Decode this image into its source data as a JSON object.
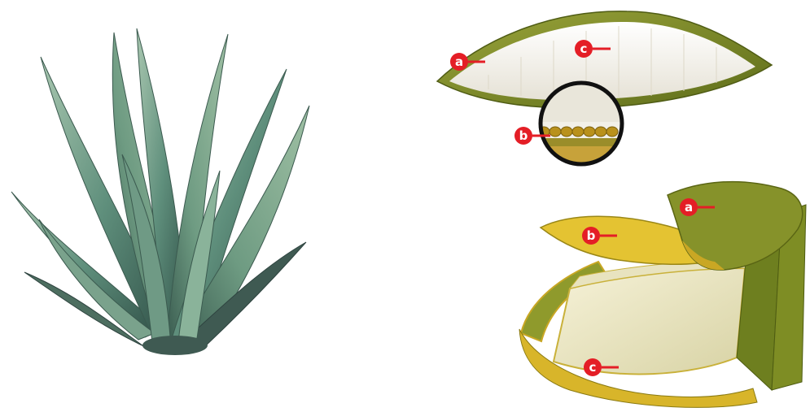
{
  "colors": {
    "background": "#ffffff",
    "marker": "#e41e26",
    "marker_text": "#ffffff",
    "rind_outer": "#6f7d1e",
    "rind_yellow": "#d8b52a",
    "gel": "#f4f2ea",
    "leaf_light": "#8fb6a0",
    "leaf_mid": "#5f8f7c",
    "leaf_dark": "#2f4f46"
  },
  "labels": {
    "cross_section": [
      {
        "letter": "a"
      },
      {
        "letter": "c"
      },
      {
        "letter": "b"
      }
    ],
    "fillet": [
      {
        "letter": "a"
      },
      {
        "letter": "b"
      },
      {
        "letter": "c"
      }
    ]
  }
}
